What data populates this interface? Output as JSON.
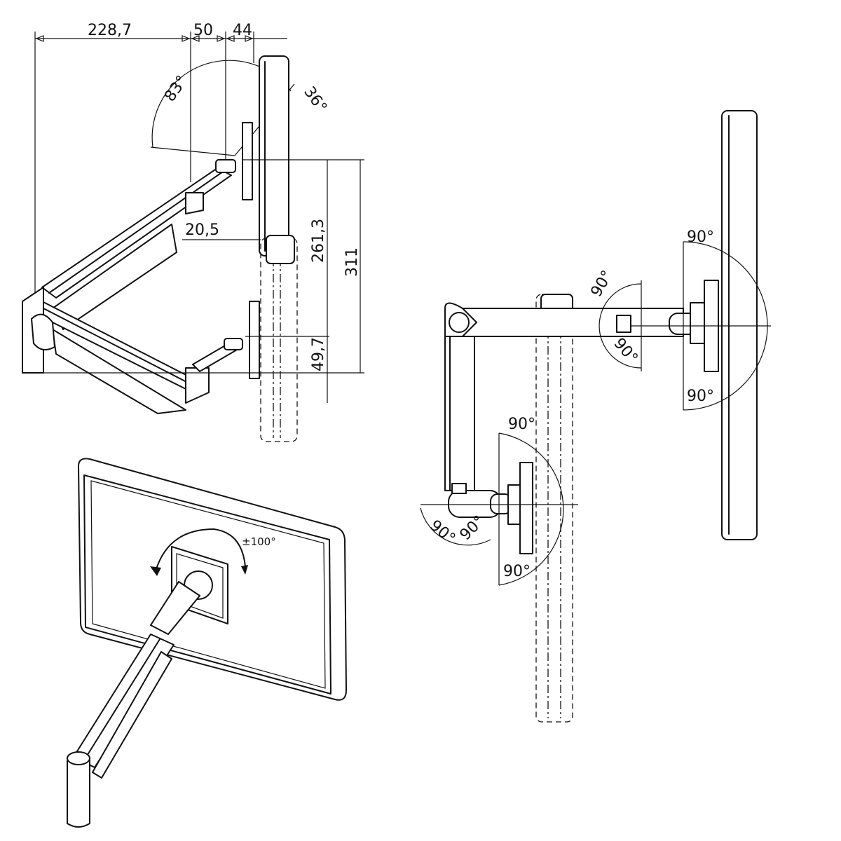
{
  "side_view": {
    "dims": {
      "width_total": "228,7",
      "width_50": "50",
      "width_44": "44",
      "offset": "20,5",
      "height_2613": "261,3",
      "height_311": "311",
      "height_497": "49,7"
    },
    "angles": {
      "tilt_back": "83°",
      "tilt_fwd": "36°"
    }
  },
  "top_view": {
    "angles": {
      "a1": "90°",
      "a2": "90°",
      "a3": "90°",
      "a4": "90°",
      "a5": "90°",
      "a6": "90°",
      "a7": "90°",
      "a8": "90°"
    }
  },
  "perspective_view": {
    "rotation_label": "±100°"
  }
}
